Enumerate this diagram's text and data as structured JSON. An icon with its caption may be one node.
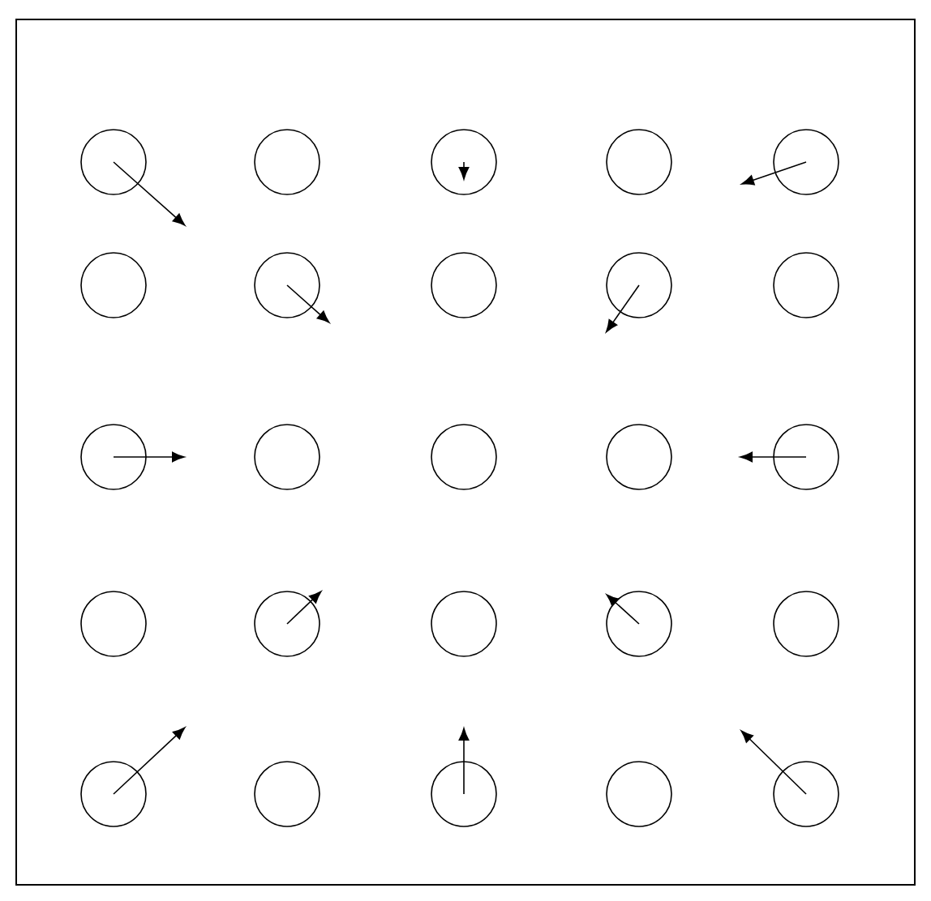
{
  "diagram": {
    "nodes": [
      {
        "text": [],
        "shape": "circle"
      },
      {
        "text": [],
        "shape": "circle"
      },
      {
        "text": [],
        "shape": "circle"
      },
      {
        "text": [],
        "shape": "circle"
      },
      {
        "text": [],
        "shape": "circle"
      },
      {
        "text": [],
        "shape": "circle"
      },
      {
        "text": [],
        "shape": "circle"
      },
      {
        "text": [],
        "shape": "circle"
      },
      {
        "text": [],
        "shape": "circle"
      },
      {
        "text": [],
        "shape": "circle"
      },
      {
        "text": [],
        "shape": "circle"
      },
      {
        "text": [],
        "shape": "circle"
      },
      {
        "text": [],
        "shape": "circle"
      },
      {
        "text": [],
        "shape": "circle"
      },
      {
        "text": [],
        "shape": "circle"
      },
      {
        "text": [],
        "shape": "circle"
      },
      {
        "text": [],
        "shape": "circle"
      },
      {
        "text": [],
        "shape": "circle"
      },
      {
        "text": [],
        "shape": "circle"
      },
      {
        "text": [],
        "shape": "circle"
      },
      {
        "text": [],
        "shape": "circle"
      },
      {
        "text": [],
        "shape": "circle"
      },
      {
        "text": [],
        "shape": "circle"
      },
      {
        "text": [],
        "shape": "circle"
      },
      {
        "text": [],
        "shape": "circle"
      }
    ],
    "edges": [
      {
        "from": 0,
        "to": null,
        "arrow": "to"
      },
      {
        "from": 2,
        "to": null,
        "arrow": "to"
      },
      {
        "from": 4,
        "to": null,
        "arrow": "to"
      },
      {
        "from": 6,
        "to": null,
        "arrow": "to"
      },
      {
        "from": 8,
        "to": null,
        "arrow": "to"
      },
      {
        "from": 10,
        "to": null,
        "arrow": "to"
      },
      {
        "from": 14,
        "to": null,
        "arrow": "to"
      },
      {
        "from": 16,
        "to": null,
        "arrow": "to"
      },
      {
        "from": 18,
        "to": null,
        "arrow": "to"
      },
      {
        "from": 20,
        "to": null,
        "arrow": "to"
      },
      {
        "from": 22,
        "to": null,
        "arrow": "to"
      },
      {
        "from": 24,
        "to": null,
        "arrow": "to"
      }
    ]
  }
}
